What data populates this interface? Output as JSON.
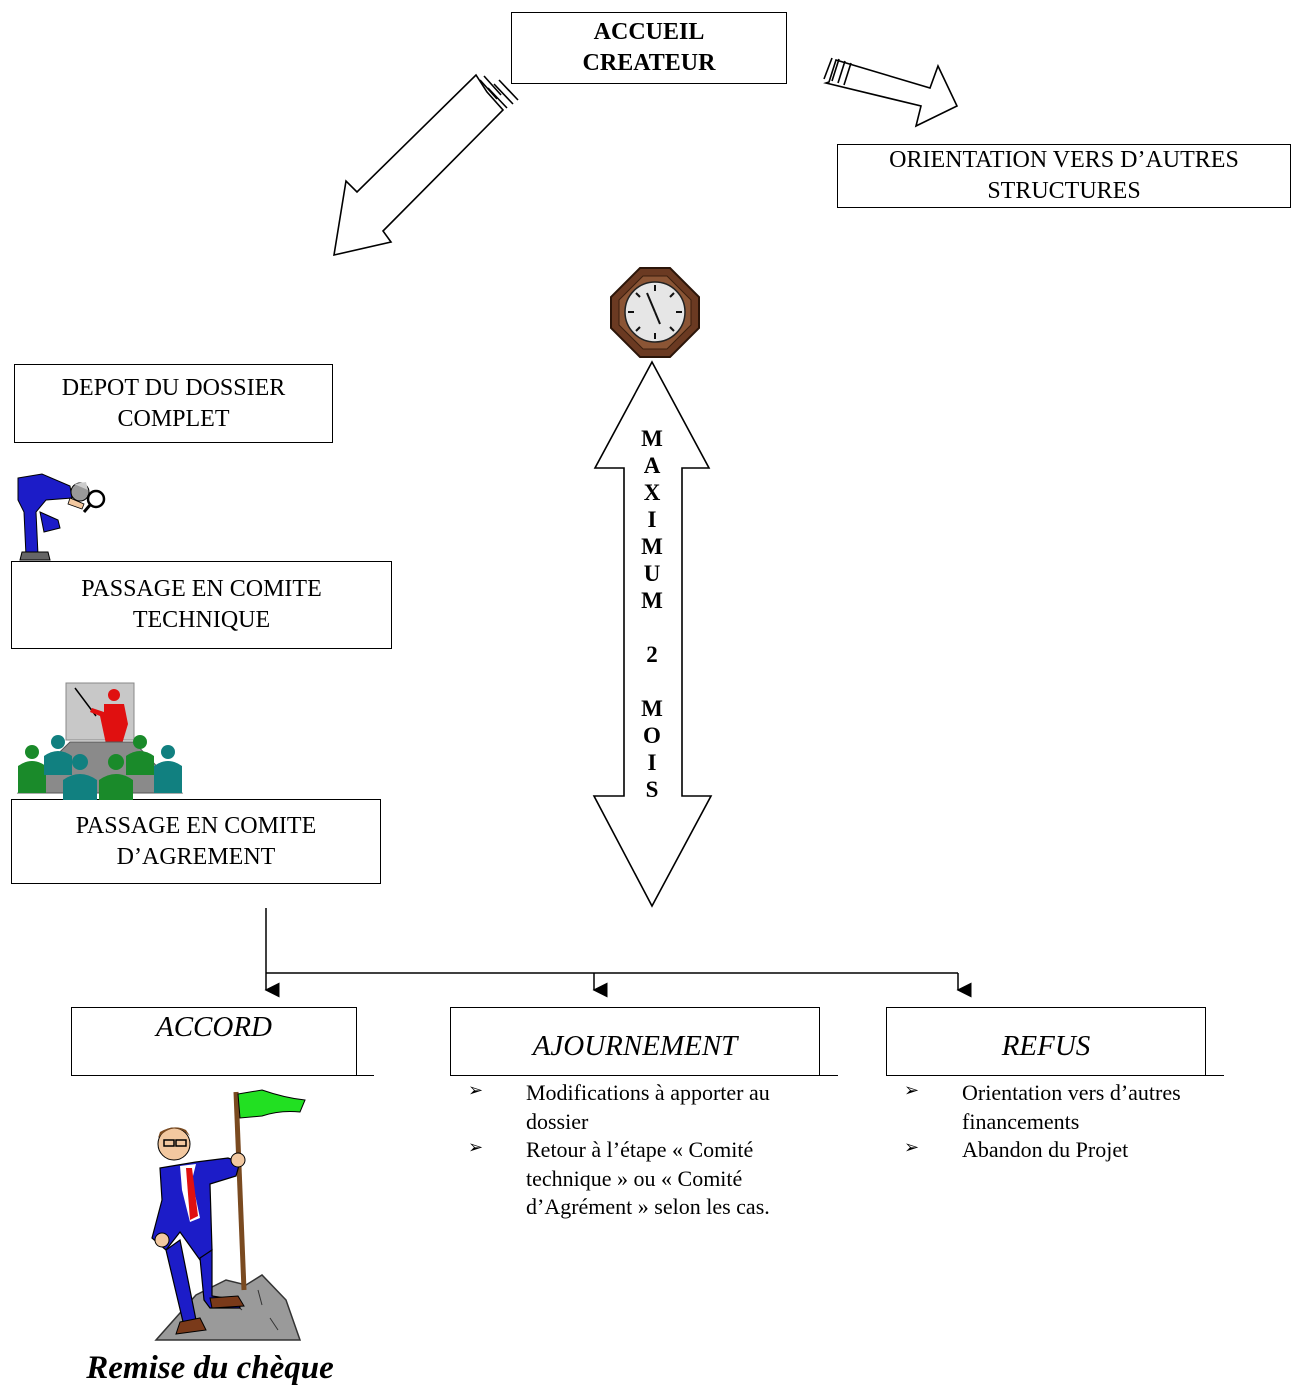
{
  "boxes": {
    "accueil": [
      "ACCUEIL",
      "CREATEUR"
    ],
    "orientation": [
      "ORIENTATION VERS D’AUTRES",
      "STRUCTURES"
    ],
    "depot": [
      "DEPOT DU DOSSIER",
      "COMPLET"
    ],
    "technique": [
      "PASSAGE EN COMITE",
      "TECHNIQUE"
    ],
    "agrement": [
      "PASSAGE EN COMITE",
      "D’AGREMENT"
    ]
  },
  "timeline": {
    "letters": [
      "M",
      "A",
      "X",
      "I",
      "M",
      "U",
      "M",
      "",
      "2",
      "",
      "M",
      "O",
      "I",
      "S"
    ]
  },
  "outcomes": {
    "accord": {
      "title": "ACCORD"
    },
    "ajournement": {
      "title": "AJOURNEMENT",
      "bullets": [
        "Modifications à apporter au dossier",
        "Retour  à l’étape « Comité technique » ou « Comité d’Agrément » selon les cas."
      ]
    },
    "refus": {
      "title": "REFUS",
      "bullets": [
        "Orientation vers d’autres financements",
        "Abandon du Projet"
      ]
    }
  },
  "bullet_marker": "➢",
  "caption": "Remise du chèque",
  "colors": {
    "clock_wood": "#6b3a22",
    "suit": "#1c1cc8",
    "flag": "#22e022",
    "presenter": "#e01010",
    "teal": "#118080",
    "green": "#1a8a2a"
  }
}
